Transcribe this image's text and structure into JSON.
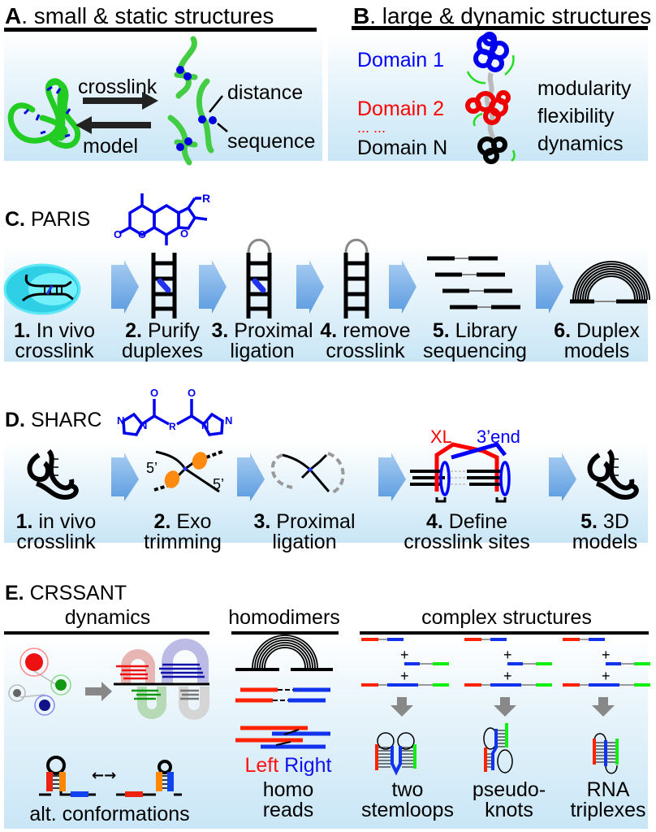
{
  "panels": {
    "A": {
      "letter": "A",
      "title": ". small & static structures",
      "labels": {
        "crosslink": "crosslink",
        "model": "model",
        "distance": "distance",
        "sequence": "sequence"
      }
    },
    "B": {
      "letter": "B",
      "title": ". large & dynamic structures",
      "domains": [
        {
          "label": "Domain 1",
          "color": "#0000ff"
        },
        {
          "label": "Domain 2",
          "color": "#ff0000"
        },
        {
          "label": "... ...",
          "color": "#ff0000"
        },
        {
          "label": "Domain N",
          "color": "#000000"
        }
      ],
      "properties": [
        "modularity",
        "flexibility",
        "dynamics"
      ]
    },
    "C": {
      "letter": "C.",
      "title": " PARIS",
      "molecule_label": "R",
      "steps": [
        {
          "num": "1.",
          "line1": " In vivo",
          "line2": "crosslink"
        },
        {
          "num": "2.",
          "line1": " Purify",
          "line2": "duplexes"
        },
        {
          "num": "3.",
          "line1": " Proximal",
          "line2": "ligation"
        },
        {
          "num": "4.",
          "line1": " remove",
          "line2": "crosslink"
        },
        {
          "num": "5.",
          "line1": " Library",
          "line2": "sequencing"
        },
        {
          "num": "6.",
          "line1": " Duplex",
          "line2": "models"
        }
      ]
    },
    "D": {
      "letter": "D.",
      "title": " SHARC",
      "molecule_labels": {
        "O": "O",
        "N": "N",
        "R": "R"
      },
      "five_prime": "5’",
      "xl_label": "XL",
      "end_label": "3’end",
      "steps": [
        {
          "num": "1.",
          "line1": " in vivo",
          "line2": "crosslink"
        },
        {
          "num": "2.",
          "line1": " Exo",
          "line2": "trimming"
        },
        {
          "num": "3.",
          "line1": " Proximal",
          "line2": "ligation"
        },
        {
          "num": "4.",
          "line1": " Define",
          "line2": "crosslink sites"
        },
        {
          "num": "5.",
          "line1": " 3D",
          "line2": "models"
        }
      ]
    },
    "E": {
      "letter": "E.",
      "title": " CRSSANT",
      "sections": {
        "dynamics": {
          "title": "dynamics",
          "caption": "alt. conformations",
          "arrow_symbol": "←→"
        },
        "homodimers": {
          "title": "homodimers",
          "left": "Left",
          "right": "Right",
          "caption1": "homo",
          "caption2": "reads"
        },
        "complex": {
          "title": "complex structures",
          "plus": "+",
          "items": [
            {
              "line1": "two",
              "line2": "stemloops"
            },
            {
              "line1": "pseudo-",
              "line2": "knots"
            },
            {
              "line1": "RNA",
              "line2": "triplexes"
            }
          ]
        }
      }
    }
  },
  "colors": {
    "blue": "#0000ff",
    "red": "#ff0000",
    "green": "#22cc22",
    "orange": "#ff8800",
    "cyan": "#33e0f0",
    "arrow": "#6aa6e6"
  }
}
